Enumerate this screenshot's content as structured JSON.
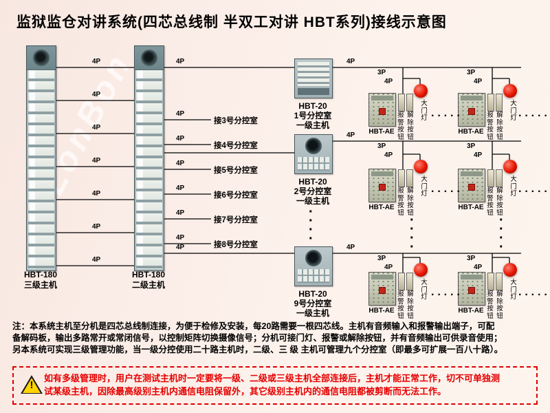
{
  "title": "监狱监仓对讲系统(四芯总线制 半双工对讲 HBT系列)接线示意图",
  "watermark": "LonBon",
  "wire": {
    "p4": "4P",
    "p3": "3P"
  },
  "racks": [
    {
      "model": "HBT-180",
      "name": "三级主机"
    },
    {
      "model": "HBT-180",
      "name": "二级主机"
    }
  ],
  "units": [
    {
      "model": "HBT-20",
      "room": "1号分控室",
      "level": "一级主机"
    },
    {
      "model": "HBT-20",
      "room": "2号分控室",
      "level": "一级主机"
    },
    {
      "model": "HBT-20",
      "room": "9号分控室",
      "level": "一级主机"
    }
  ],
  "stub_rooms": [
    "接3号分控室",
    "接4号分控室",
    "接5号分控室",
    "接6号分控室",
    "接7号分控室",
    "接8号分控室"
  ],
  "station": {
    "model": "HBT-AE",
    "alarm": "报警按钮",
    "release": "解除按钮",
    "light": "大门灯"
  },
  "dots": {
    "h": "·····",
    "v": "·\n·\n·\n·"
  },
  "notes": [
    "注：本系统主机至分机是四芯总线制连接，为便于检修及安装，每20路需要一根四芯线。主机有音频输入和报警输出端子，可配",
    "备解码板，输出多路常开或常闭信号，以控制矩阵切换摄像信号；分机可接门灯、报警或解除按钮，并有音频输出可供录音使用；",
    "另本系统可实现三级管理功能，当一级分控使用二十路主机时，二级、三 级 主机可管理九个分控室（即最多可扩展一百八十路）。"
  ],
  "warning": {
    "mark": "!",
    "lines": [
      "如有多级管理时，用户在测试主机时一定要将一级、二级或三级主机全部连接后，主机才能正常工作，切不可单独测",
      "试某级主机，因除最高级别主机内通信电阻保留外，其它级别主机内的通信电阻都被剪断而无法工作。"
    ]
  }
}
